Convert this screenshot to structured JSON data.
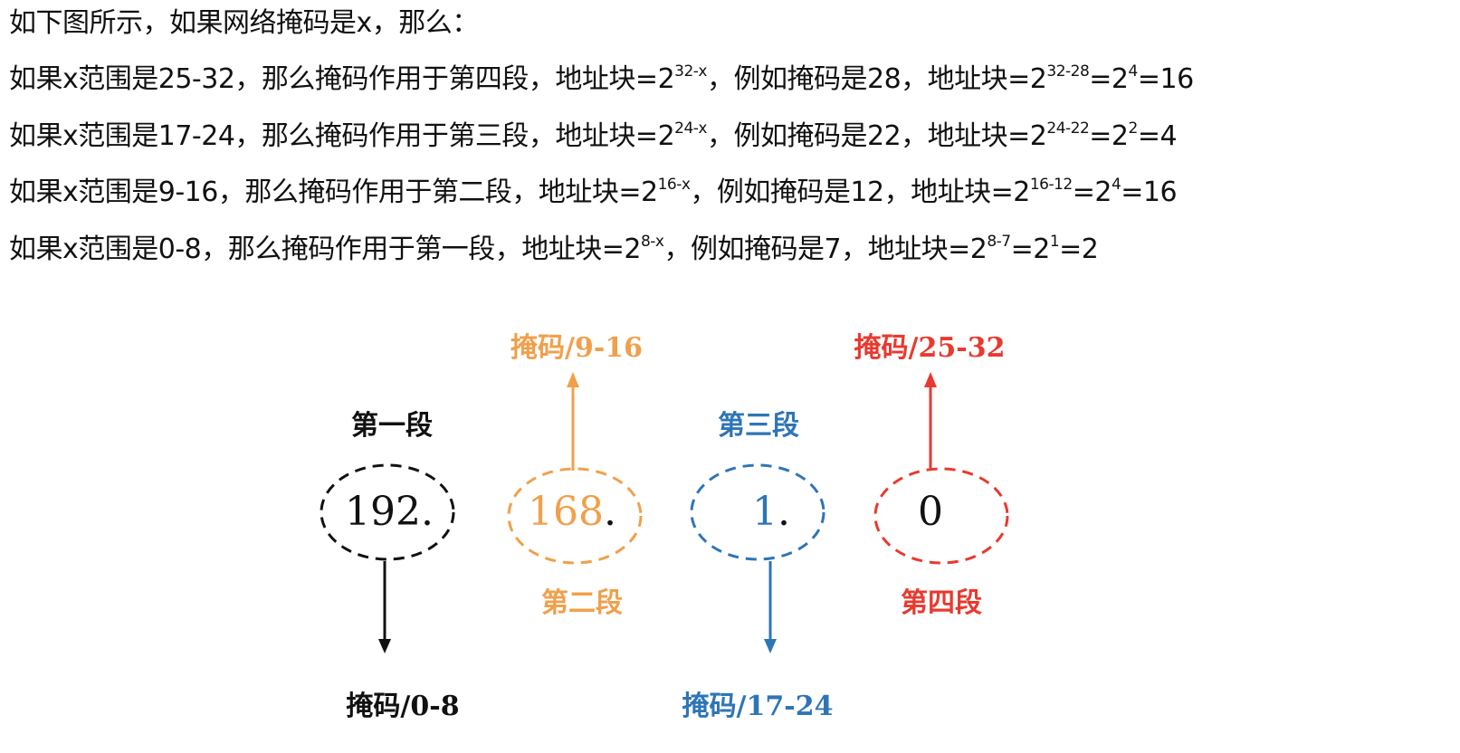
{
  "intro": "如下图所示，如果网络掩码是x，那么：",
  "rules": [
    {
      "pre": "如果x范围是25-32，那么掩码作用于第四段，地址块=2",
      "e1": "32-x",
      "mid": "，例如掩码是28，地址块=2",
      "e2": "32-28",
      "mid2": "=2",
      "e3": "4",
      "post": "=16"
    },
    {
      "pre": "如果x范围是17-24，那么掩码作用于第三段，地址块=2",
      "e1": "24-x",
      "mid": "，例如掩码是22，地址块=2",
      "e2": "24-22",
      "mid2": "=2",
      "e3": "2",
      "post": "=4"
    },
    {
      "pre": "如果x范围是9-16，那么掩码作用于第二段，地址块=2",
      "e1": "16-x",
      "mid": "，例如掩码是12，地址块=2",
      "e2": "16-12",
      "mid2": "=2",
      "e3": "4",
      "post": "=16"
    },
    {
      "pre": "如果x范围是0-8，那么掩码作用于第一段，地址块=2",
      "e1": "8-x",
      "mid": "，例如掩码是7，地址块=2",
      "e2": "8-7",
      "mid2": "=2",
      "e3": "1",
      "post": "=2"
    }
  ],
  "diagram": {
    "segments": [
      {
        "value": "192.",
        "label": "第一段",
        "mask": "掩码/0-8",
        "color": "#111111"
      },
      {
        "value": "168",
        "dot": ".",
        "label": "第二段",
        "mask": "掩码/9-16",
        "color": "#F0A04B"
      },
      {
        "value": "1",
        "dot": ".",
        "label": "第三段",
        "mask": "掩码/17-24",
        "color": "#2E75B6"
      },
      {
        "value": "0",
        "label": "第四段",
        "mask": "掩码/25-32",
        "color": "#E83A2F"
      }
    ]
  }
}
